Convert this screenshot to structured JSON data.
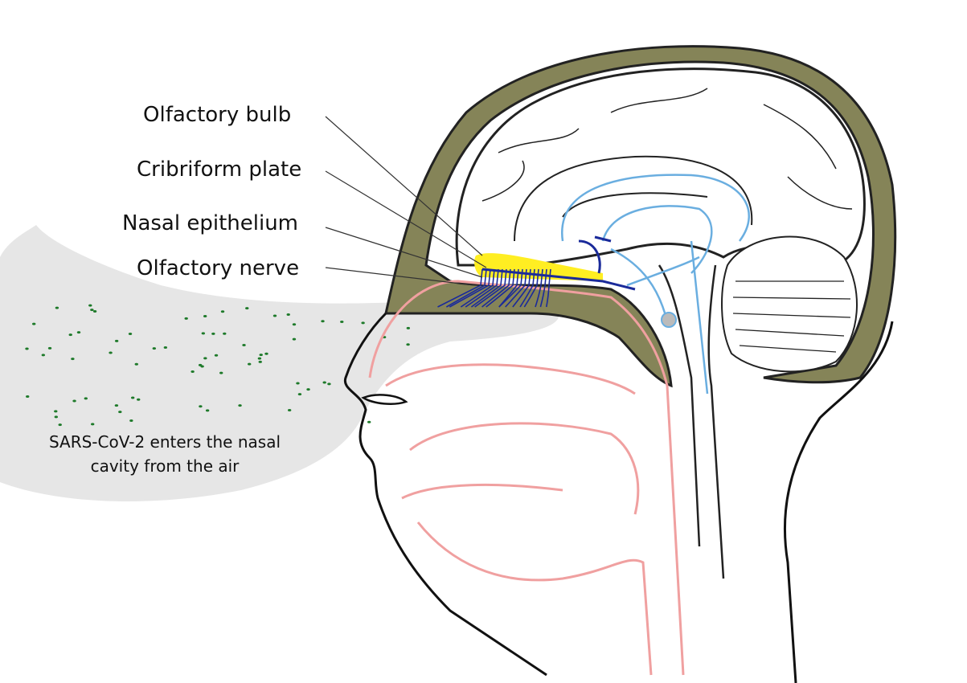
{
  "labels": {
    "olfactory_bulb": "Olfactory bulb",
    "cribriform_plate": "Cribriform plate",
    "nasal_epithelium": "Nasal epithelium",
    "olfactory_nerve": "Olfactory nerve"
  },
  "caption": {
    "line1": "SARS-CoV-2 enters the nasal",
    "line2": "cavity from the air"
  },
  "colors": {
    "skull": "#7f7f55",
    "airway": "#f0a0a0",
    "nerve": "#1a2a9a",
    "pathway": "#6aaee0",
    "bulb": "#ffee22",
    "cloud": "#e6e6e6",
    "virus": "#1e7a2a"
  }
}
